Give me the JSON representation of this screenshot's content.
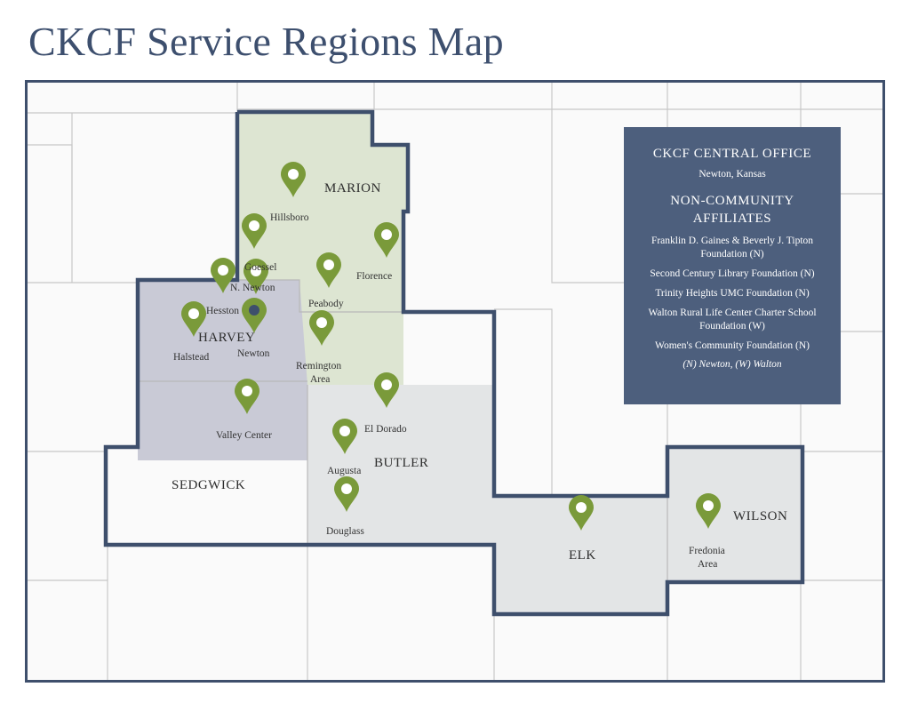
{
  "title": "CKCF Service Regions Map",
  "colors": {
    "border": "#3e4f6c",
    "marion": "#dde5d2",
    "harvey": "#c9cad6",
    "butler": "#e3e5e6",
    "pin": "#7a9a3a",
    "info_bg": "#4d5f7d"
  },
  "counties": [
    {
      "name": "MARION"
    },
    {
      "name": "HARVEY"
    },
    {
      "name": "SEDGWICK"
    },
    {
      "name": "BUTLER"
    },
    {
      "name": "ELK"
    },
    {
      "name": "WILSON"
    }
  ],
  "places": [
    {
      "name": "Hillsboro",
      "icon": "map-pin-icon"
    },
    {
      "name": "Goessel",
      "icon": "map-pin-icon"
    },
    {
      "name": "Florence",
      "icon": "map-pin-icon"
    },
    {
      "name": "N. Newton",
      "icon": "map-pin-icon"
    },
    {
      "name": "Peabody",
      "icon": "map-pin-icon"
    },
    {
      "name": "Hesston",
      "icon": "map-pin-icon"
    },
    {
      "name": "Halstead",
      "icon": "map-pin-icon"
    },
    {
      "name": "Newton",
      "icon": "central-office-pin-icon"
    },
    {
      "name": "Remington Area",
      "lines": [
        "Remington",
        "Area"
      ],
      "icon": "map-pin-icon"
    },
    {
      "name": "Valley Center",
      "icon": "map-pin-icon"
    },
    {
      "name": "El Dorado",
      "icon": "map-pin-icon"
    },
    {
      "name": "Augusta",
      "icon": "map-pin-icon"
    },
    {
      "name": "Douglass",
      "icon": "map-pin-icon"
    },
    {
      "name": "Fredonia Area",
      "lines": [
        "Fredonia",
        "Area"
      ],
      "icon": "map-pin-icon"
    },
    {
      "name": "Elk",
      "icon": "map-pin-icon"
    }
  ],
  "info": {
    "central_office": "CKCF CENTRAL OFFICE",
    "central_location": "Newton, Kansas",
    "affiliates_heading": "NON-COMMUNITY AFFILIATES",
    "affiliates": [
      "Franklin D. Gaines & Beverly J. Tipton Foundation (N)",
      "Second Century Library Foundation (N)",
      "Trinity Heights UMC Foundation (N)",
      "Walton Rural Life Center Charter School Foundation (W)",
      "Women's Community Foundation (N)"
    ],
    "legend_note": "(N) Newton, (W) Walton"
  }
}
